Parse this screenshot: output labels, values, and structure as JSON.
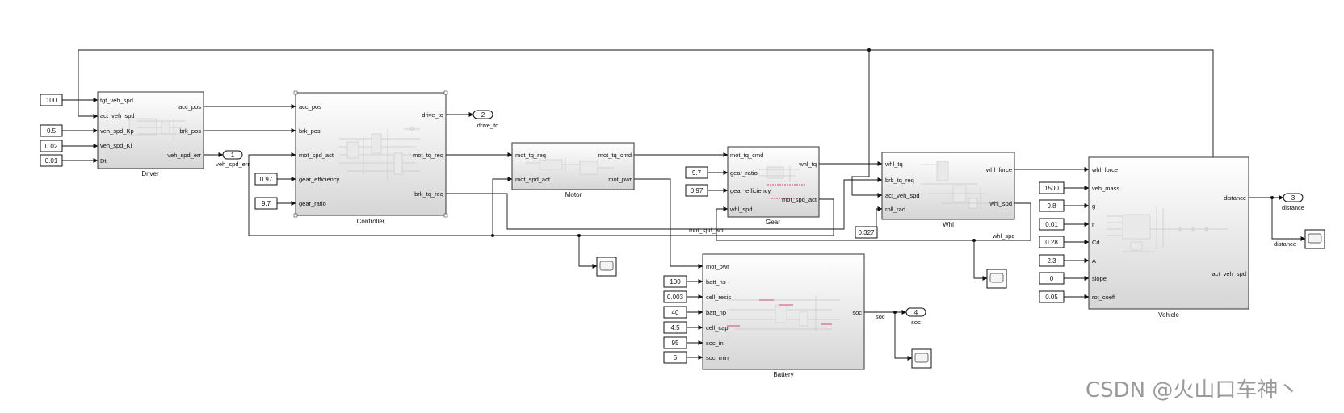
{
  "watermark": "CSDN @火山口车神丶",
  "blocks": {
    "driver": {
      "name": "Driver",
      "in": [
        "tgt_veh_spd",
        "act_veh_spd",
        "veh_spd_Kp",
        "veh_spd_Ki",
        "Dt"
      ],
      "out": [
        "acc_pos",
        "brk_pos",
        "veh_spd_err"
      ]
    },
    "controller": {
      "name": "Controller",
      "in": [
        "acc_pos",
        "brk_pos",
        "mot_spd_act",
        "gear_efficiency",
        "gear_ratio"
      ],
      "out": [
        "drive_tq",
        "mot_tq_req",
        "brk_tq_req"
      ]
    },
    "motor": {
      "name": "Motor",
      "in": [
        "mot_tq_req",
        "mot_spd_act"
      ],
      "out": [
        "mot_tq_cmd",
        "mot_pwr"
      ]
    },
    "gear": {
      "name": "Gear",
      "in": [
        "mot_tq_cmd",
        "gear_ratio",
        "gear_efficiency",
        "whl_spd"
      ],
      "out": [
        "whl_tq",
        "mot_spd_act"
      ]
    },
    "whl": {
      "name": "Whl",
      "in": [
        "whl_tq",
        "brk_tq_req",
        "act_veh_spd",
        "roll_rad"
      ],
      "out": [
        "whl_force",
        "whl_spd"
      ]
    },
    "vehicle": {
      "name": "Vehicle",
      "in": [
        "whl_force",
        "veh_mass",
        "g",
        "r",
        "Cd",
        "A",
        "slope",
        "rot_coeff"
      ],
      "out": [
        "distance",
        "act_veh_spd"
      ]
    },
    "battery": {
      "name": "Battery",
      "in": [
        "mot_pwr",
        "batt_ns",
        "cell_resis",
        "batt_np",
        "cell_cap",
        "soc_ini",
        "soc_min"
      ],
      "out": [
        "soc"
      ]
    }
  },
  "constants": {
    "driver": [
      "100",
      "0.5",
      "0.02",
      "0.01"
    ],
    "controller": [
      "0.97",
      "9.7"
    ],
    "gear": [
      "9.7",
      "0.97"
    ],
    "whl": [
      "0.327"
    ],
    "vehicle": [
      "1500",
      "9.8",
      "0.01",
      "0.28",
      "2.3",
      "0",
      "0.05"
    ],
    "battery": [
      "100",
      "0.003",
      "40",
      "4.5",
      "95",
      "5"
    ]
  },
  "outports": [
    {
      "num": "1",
      "label": "veh_spd_err"
    },
    {
      "num": "2",
      "label": "drive_tq"
    },
    {
      "num": "3",
      "label": "distance"
    },
    {
      "num": "4",
      "label": "soc"
    }
  ],
  "signal_labels": {
    "mot_spd_act": "mot_spd_act",
    "whl_spd": "whl_spd",
    "soc": "soc",
    "distance": "distance"
  }
}
